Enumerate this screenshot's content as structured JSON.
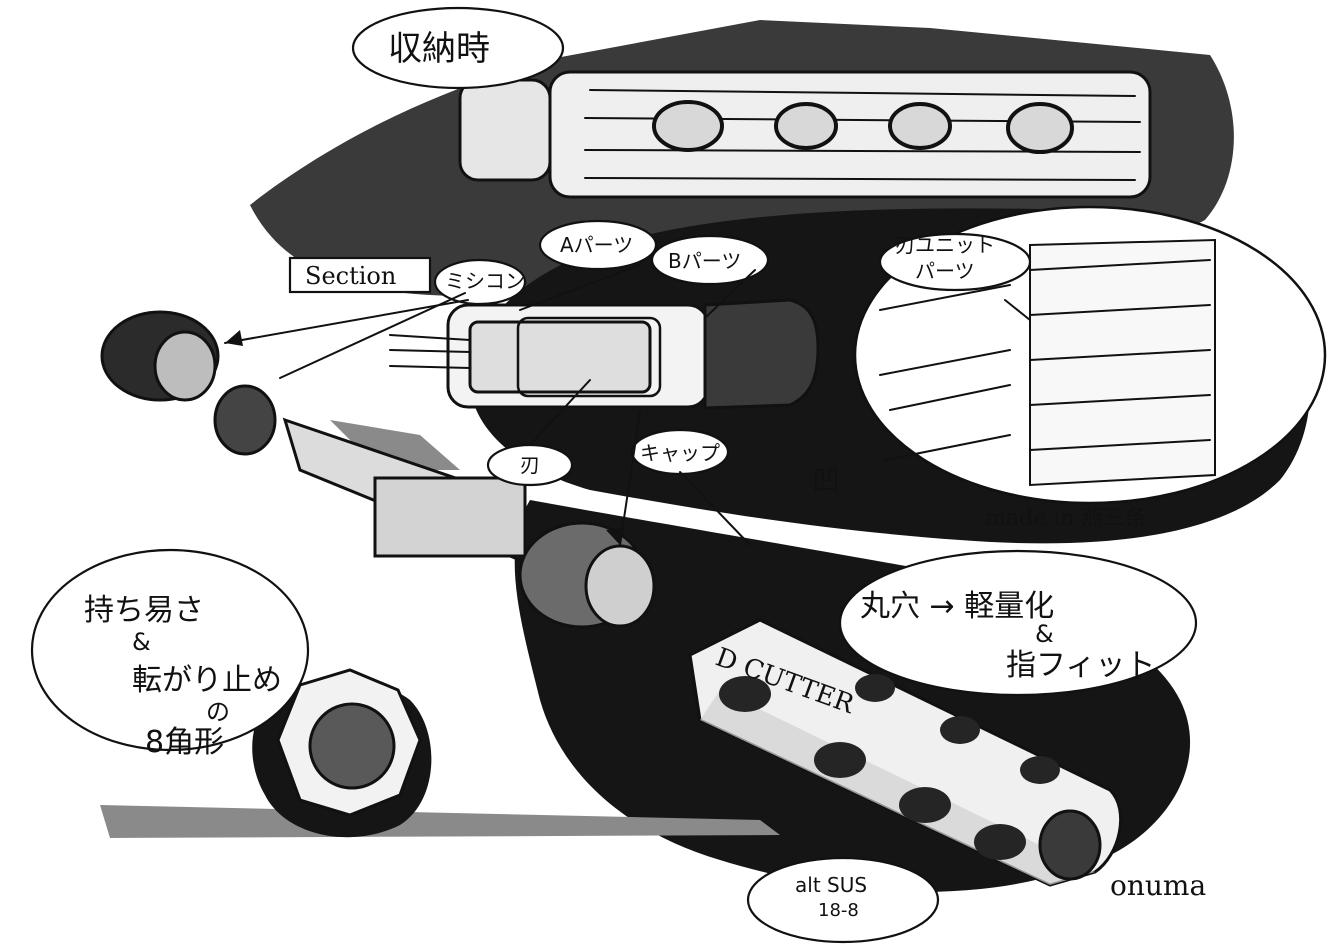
{
  "labels": {
    "storage": "収納時",
    "section": "Section",
    "shim": "ミシコン",
    "a_part": "Aパーツ",
    "b_part": "Bパーツ",
    "blade_unit": "刃ユニット\nパーツ",
    "blade_short": "刃",
    "cap": "キャップ",
    "made_in": "made in 燕三条",
    "octagon_note": "持ち易さ\n&\n転がり止め\nの\n8角形",
    "round_hole_note": "丸穴 → 軽量化\n&\n指フィット",
    "brand": "D CUTTER",
    "material": "alt SUS\n18-8",
    "signature": "onuma",
    "small_mark": "凹"
  },
  "colors": {
    "ink": "#111111",
    "marker_dark": "#151515",
    "marker_mid": "#3a3a3a",
    "marker_light": "#8a8a8a",
    "paper": "#ffffff"
  },
  "icons": {
    "arrow": "arrow-icon"
  }
}
